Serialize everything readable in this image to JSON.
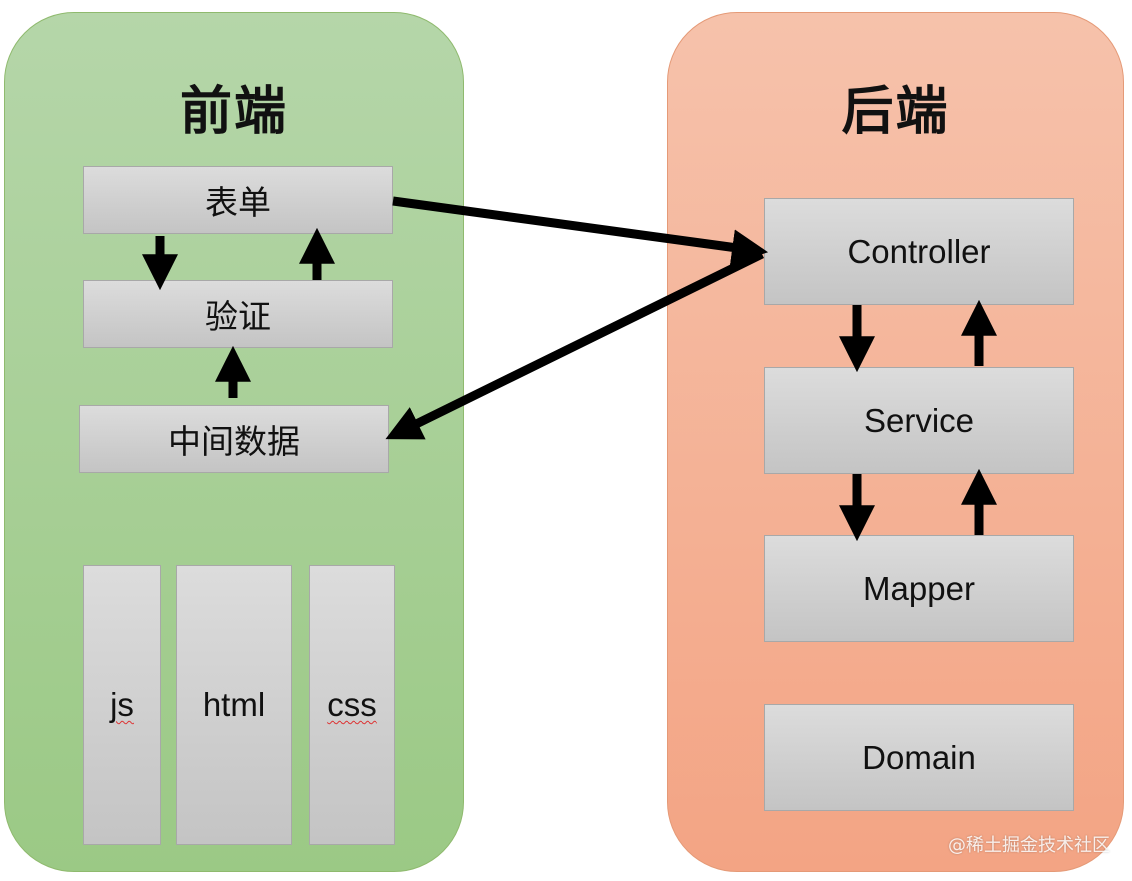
{
  "colors": {
    "frontend_panel_top": "#b5d6a9",
    "frontend_panel_bottom": "#9bc985",
    "backend_panel_top": "#f6c2ab",
    "backend_panel_bottom": "#f3a484",
    "box_top": "#dcdcdc",
    "box_bottom": "#c4c4c4",
    "arrow": "#000000"
  },
  "frontend": {
    "title": "前端",
    "boxes": {
      "form": "表单",
      "validation": "验证",
      "intermediate_data": "中间数据",
      "js": "js",
      "html": "html",
      "css": "css"
    }
  },
  "backend": {
    "title": "后端",
    "boxes": {
      "controller": "Controller",
      "service": "Service",
      "mapper": "Mapper",
      "domain": "Domain"
    }
  },
  "watermark": "@稀土掘金技术社区"
}
